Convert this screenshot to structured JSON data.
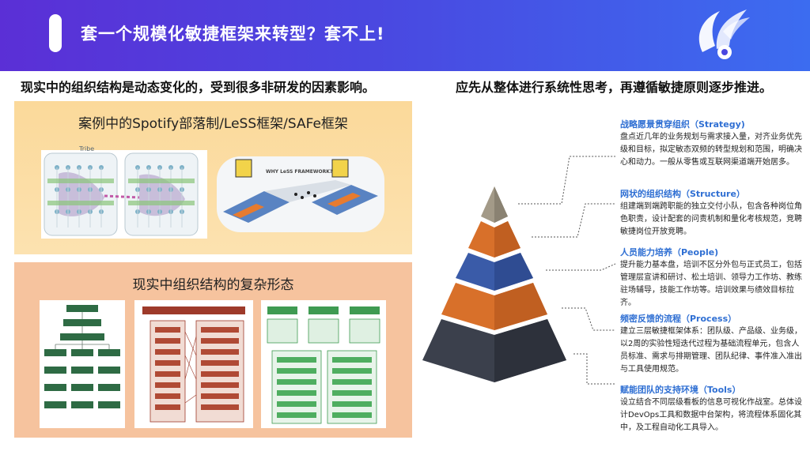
{
  "header": {
    "title": "套一个规模化敏捷框架来转型？套不上!"
  },
  "left": {
    "subtitle": "现实中的组织结构是动态变化的，受到很多非研发的因素影响。",
    "panel_top": {
      "title": "案例中的Spotify部落制/LeSS框架/SAFe框架",
      "tribe_label": "Tribe",
      "less_label": "WHY LeSS FRAMEWORK?"
    },
    "panel_bottom": {
      "title": "现实中组织结构的复杂形态"
    }
  },
  "right": {
    "subtitle": "应先从整体进行系统性思考，再遵循敏捷原则逐步推进。",
    "items": [
      {
        "title": "战略愿景贯穿组织（Strategy)",
        "desc": "盘点近几年的业务规划与需求接入量，对齐业务优先级和目标，拟定敏态双频的转型规划和范围，明确决心和动力。一般从零售或互联网渠道端开始居多。"
      },
      {
        "title": "网状的组织结构（Structure）",
        "desc": "组建端到端跨职能的独立交付小队，包含各种岗位角色职责，设计配套的问责机制和量化考核规范，竞聘敏捷岗位开放竞聘。"
      },
      {
        "title": "人员能力培养（People)",
        "desc": "提升能力基本盘，培训不区分外包与正式员工，包括管理层宣讲和研讨、松土培训、领导力工作坊、教练驻场辅导，技能工作坊等。培训效果与绩效目标拉齐。"
      },
      {
        "title": "频密反馈的流程（Process）",
        "desc": "建立三层敏捷框架体系：团队级、产品级、业务级，以2周的实验性短迭代过程为基础流程单元，包含人员标准、需求与排期管理、团队纪律、事件准入准出与工具使用规范。"
      },
      {
        "title": "赋能团队的支持环境（Tools）",
        "desc": "设立结合不同层级看板的信息可视化作战室。总体设计DevOps工具和数据中台架构，将流程体系固化其中，及工程自动化工具导入。"
      }
    ]
  },
  "colors": {
    "header_start": "#5b2fd6",
    "header_end": "#3c6cf0",
    "accent_blue": "#2f6fd3",
    "pyramid_tip": "#9e9685",
    "pyramid_orange": "#d8702a",
    "pyramid_blue": "#3a5ba8",
    "pyramid_base": "#3a3f4c"
  }
}
